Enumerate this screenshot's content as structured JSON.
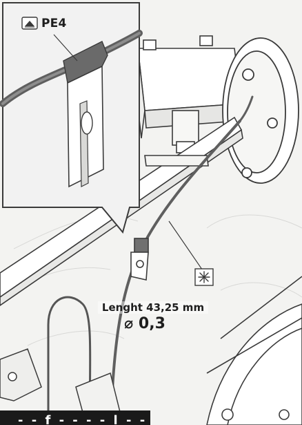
{
  "callout": {
    "part_code": "PE4",
    "part_icon": "part-tray-icon"
  },
  "cable": {
    "length_text": "Lenght 43,25 mm",
    "diameter_text": "⌀ 0,3",
    "spec_icon": "asterisk-box-icon"
  },
  "bottom_bar": {
    "text": "- - f - - - - l - - l"
  },
  "colors": {
    "line": "#3a3a3a",
    "callout_bg": "#f2f2f2",
    "bar": "#1a1a1a",
    "cable": "#5f5f5f"
  }
}
